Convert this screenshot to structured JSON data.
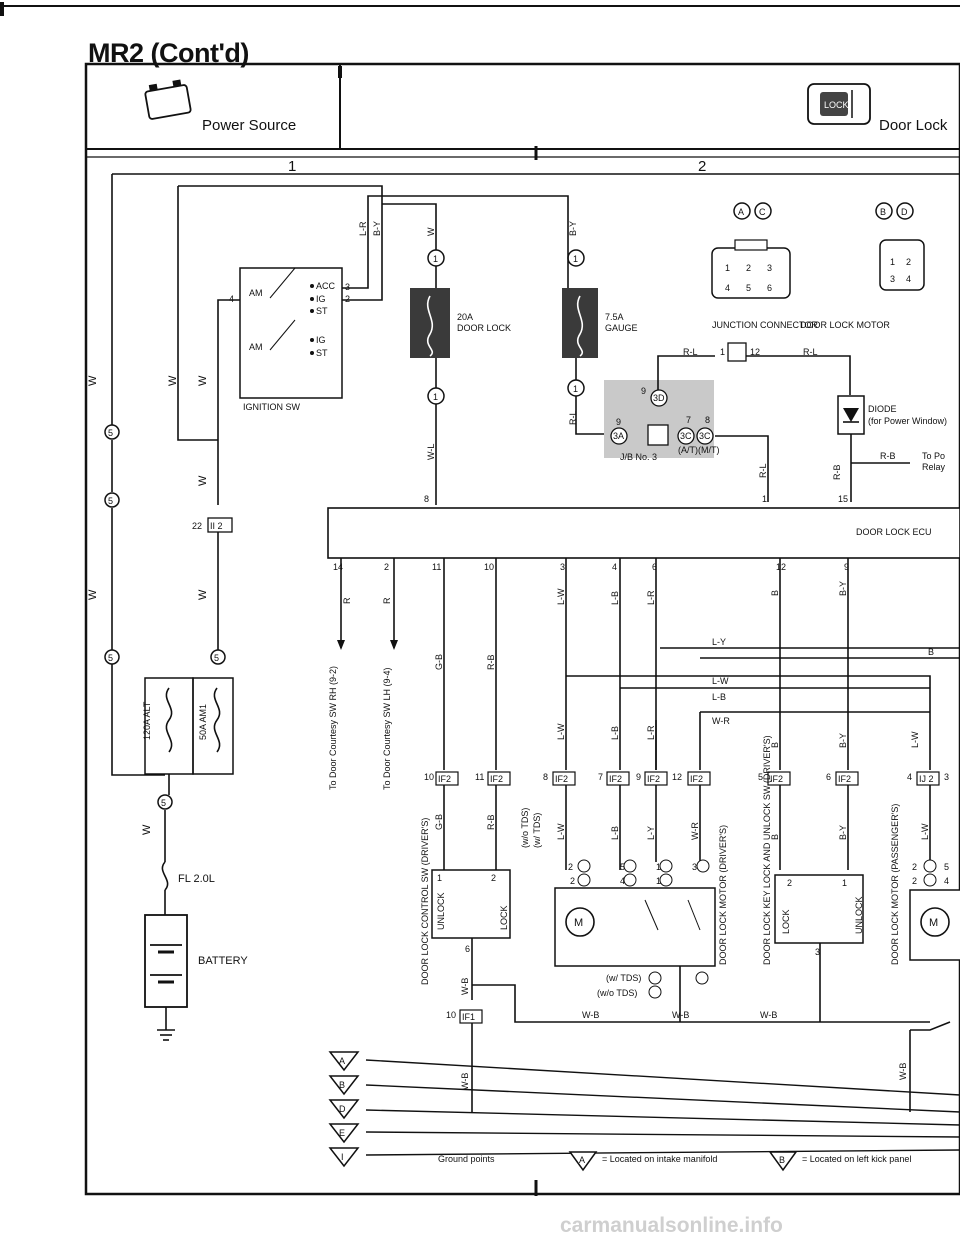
{
  "page": {
    "title": "MR2 (Cont'd)",
    "footer": "carmanualsonline.info"
  },
  "headers": {
    "power_source": "Power Source",
    "door_lock": "Door Lock",
    "col1": "1",
    "col2": "2"
  },
  "ignition": {
    "label": "IGNITION SW",
    "terms": {
      "am1": "AM",
      "am2": "AM",
      "acc": "ACC",
      "ig1": "IG",
      "st1": "ST",
      "ig2": "IG",
      "st2": "ST"
    },
    "pins": {
      "p4": "4",
      "p3": "3",
      "p2": "2"
    }
  },
  "fuses": {
    "door_lock": {
      "rating": "20A",
      "name": "DOOR LOCK"
    },
    "gauge": {
      "rating": "7.5A",
      "name": "GAUGE"
    },
    "alt": "120A ALT",
    "am1": "50A AM1",
    "fl": "FL 2.0L"
  },
  "battery": "BATTERY",
  "connectors": {
    "junction": "JUNCTION CONNECTOR",
    "motor": "DOOR LOCK MOTOR",
    "jb": "J/B No. 3",
    "atmt": "(A/T)(M/T)",
    "ecu": "DOOR LOCK ECU",
    "ii2": "II 2",
    "if2": "IF2",
    "if1": "IF1",
    "ij2": "IJ 2",
    "c1": "1",
    "c2": "2",
    "c3": "3",
    "c4": "4",
    "c5": "5",
    "c6": "6",
    "sideA": "A",
    "sideB": "B",
    "sideC": "C",
    "sideD": "D"
  },
  "diode": {
    "name": "DIODE",
    "note": "(for Power Window)"
  },
  "relay": {
    "to": "To Po",
    "name": "Relay"
  },
  "components": {
    "ctrl_sw": "DOOR LOCK CONTROL SW (DRIVER'S)",
    "motor_drv": "DOOR LOCK MOTOR (DRIVER'S)",
    "key_sw": "DOOR LOCK KEY LOCK AND UNLOCK SW (DRIVER'S)",
    "motor_pass": "DOOR LOCK MOTOR (PASSENGER'S)",
    "unlock": "UNLOCK",
    "lock": "LOCK",
    "courtesy_rh": "To Door Courtesy SW RH (9-2)",
    "courtesy_lh": "To Door Courtesy SW LH (9-4)",
    "tds_wo": "(w/o TDS)",
    "tds_w": "(w/ TDS)"
  },
  "wires": {
    "W": "W",
    "R": "R",
    "L-R": "L-R",
    "B-Y": "B-Y",
    "W-L": "W-L",
    "R-L": "R-L",
    "R-B": "R-B",
    "G-B": "G-B",
    "L-W": "L-W",
    "L-B": "L-B",
    "L-Y": "L-Y",
    "W-R": "W-R",
    "B": "B",
    "W-B": "W-B"
  },
  "ground": {
    "title": "Ground points",
    "note_a": "= Located on intake manifold",
    "note_b": "= Located on left kick panel",
    "points": [
      "A",
      "B",
      "D",
      "E",
      "I"
    ]
  }
}
